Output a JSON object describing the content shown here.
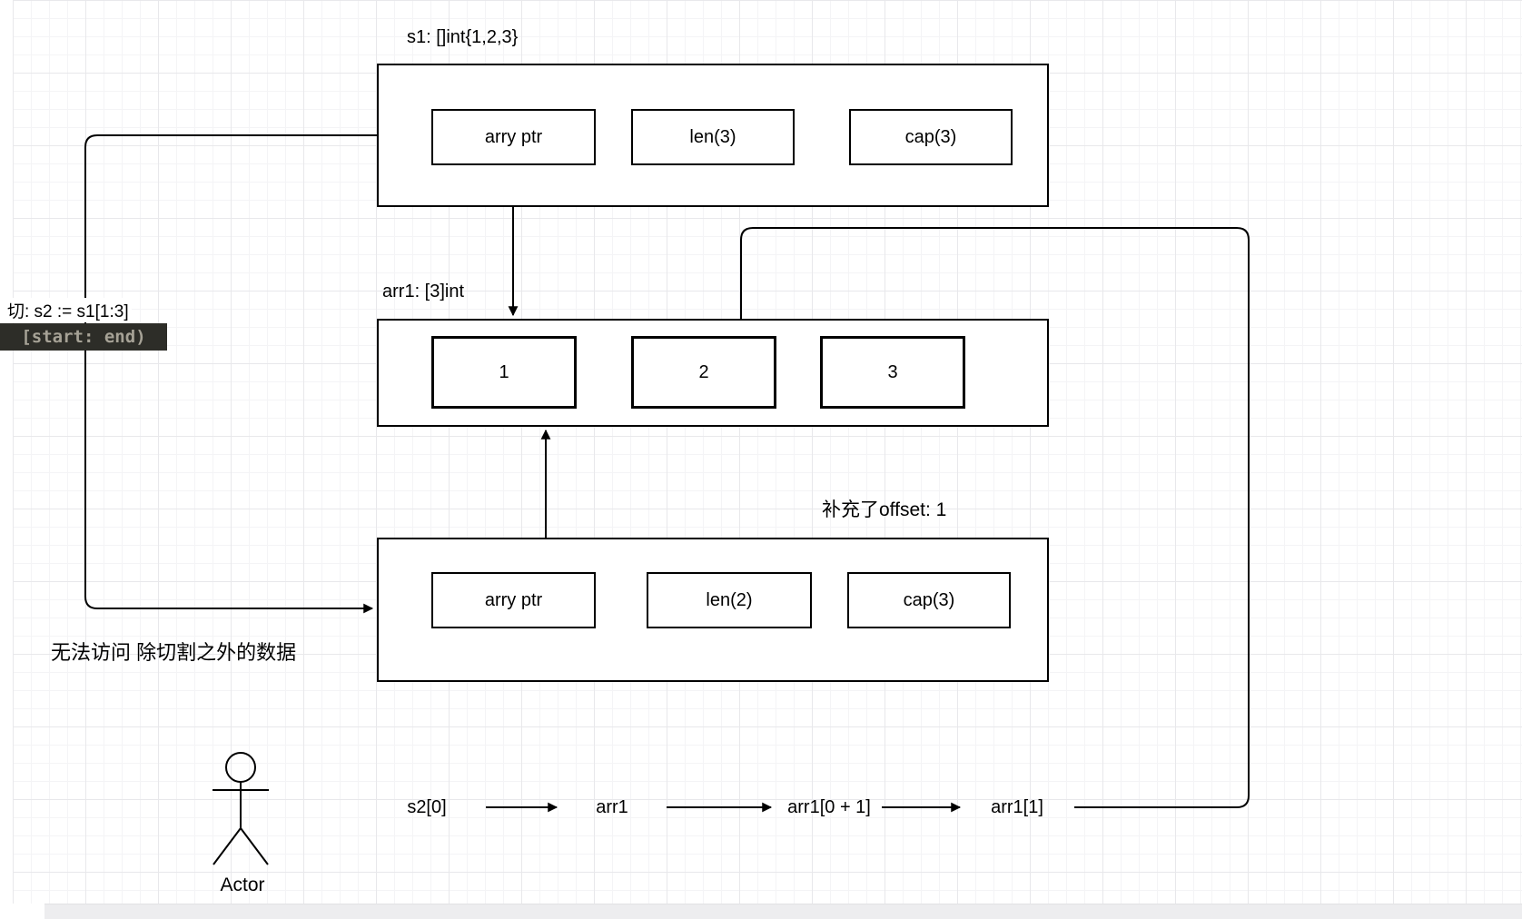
{
  "labels": {
    "s1_title": "s1: []int{1,2,3}",
    "arr1_title": "arr1: [3]int",
    "offset_note": "补充了offset: 1",
    "slice_note": "切: s2 := s1[1:3]",
    "range_badge": "[start: end)",
    "access_note": "无法访问 除切割之外的数据",
    "actor_label": "Actor"
  },
  "s1_struct": {
    "fields": [
      "arry ptr",
      "len(3)",
      "cap(3)"
    ]
  },
  "arr1_array": {
    "cells": [
      "1",
      "2",
      "3"
    ]
  },
  "s2_struct": {
    "fields": [
      "arry ptr",
      "len(2)",
      "cap(3)"
    ]
  },
  "flow": {
    "steps": [
      "s2[0]",
      "arr1",
      "arr1[0 + 1]",
      "arr1[1]"
    ]
  },
  "colors": {
    "shape_stroke": "#000000",
    "badge_background": "#2d2d28",
    "badge_text": "#a6a296"
  }
}
